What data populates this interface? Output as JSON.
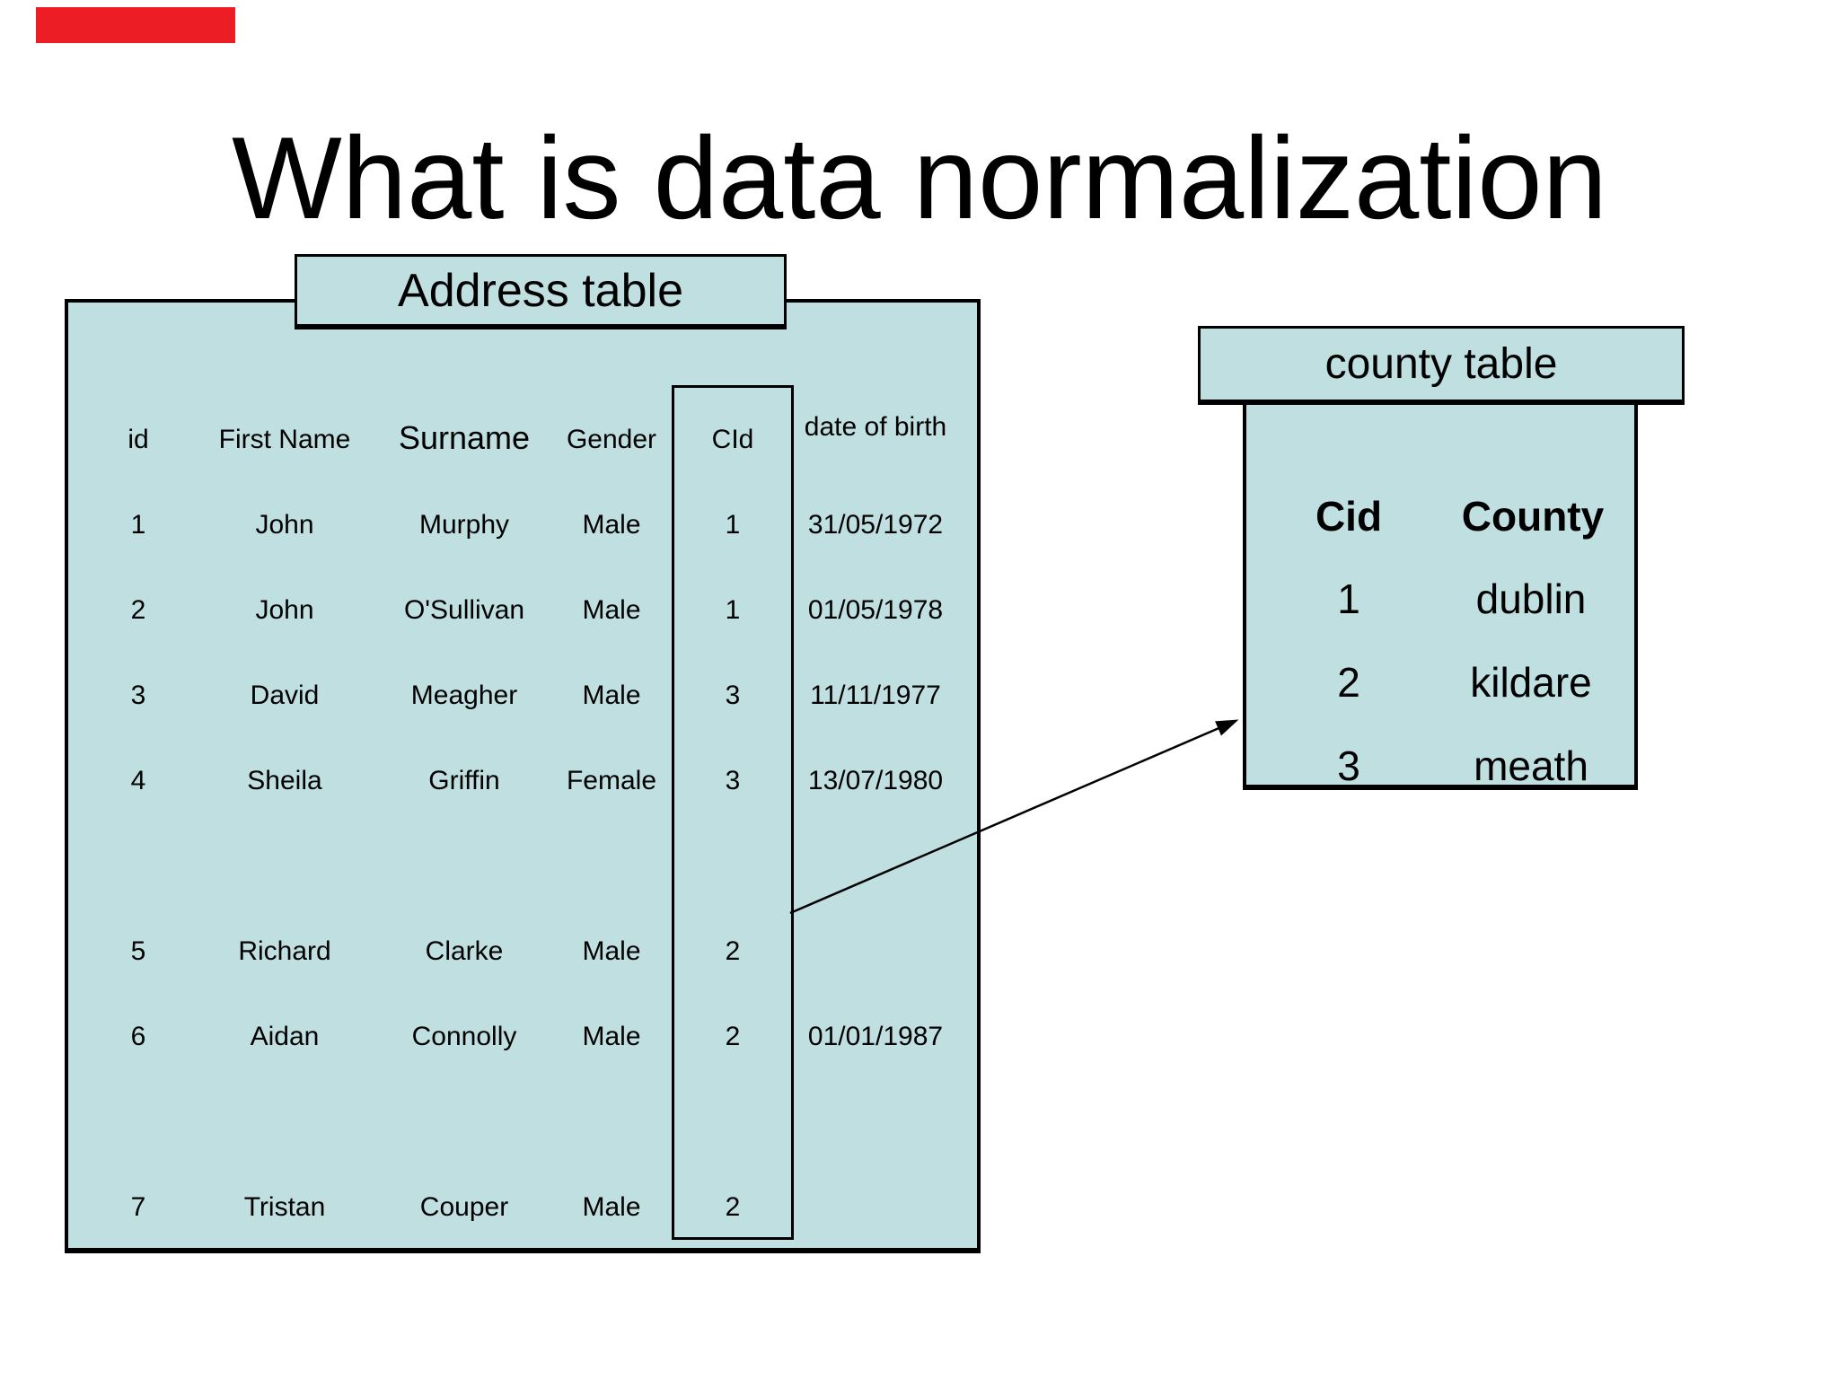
{
  "slide": {
    "title": "What is data normalization",
    "background_color": "#ffffff"
  },
  "decorations": {
    "red_bar_color": "#ec1d25"
  },
  "colors": {
    "table_fill": "#c0dfe0",
    "border": "#000000",
    "text": "#000000"
  },
  "address_table": {
    "label": "Address table",
    "columns": [
      "id",
      "First Name",
      "Surname",
      "Gender",
      "CId",
      "date of birth"
    ],
    "highlighted_column": "CId",
    "rows": [
      [
        "1",
        "John",
        "Murphy",
        "Male",
        "1",
        "31/05/1972"
      ],
      [
        "2",
        "John",
        "O'Sullivan",
        "Male",
        "1",
        "01/05/1978"
      ],
      [
        "3",
        "David",
        "Meagher",
        "Male",
        "3",
        "11/11/1977"
      ],
      [
        "4",
        "Sheila",
        "Griffin",
        "Female",
        "3",
        "13/07/1980"
      ],
      [
        "5",
        "Richard",
        "Clarke",
        "Male",
        "2",
        ""
      ],
      [
        "6",
        "Aidan",
        "Connolly",
        "Male",
        "2",
        "01/01/1987"
      ],
      [
        "7",
        "Tristan",
        "Couper",
        "Male",
        "2",
        ""
      ]
    ]
  },
  "county_table": {
    "label": "county table",
    "columns": [
      "Cid",
      "County"
    ],
    "rows": [
      [
        "1",
        "dublin"
      ],
      [
        "2",
        "kildare"
      ],
      [
        "3",
        "meath"
      ]
    ]
  }
}
